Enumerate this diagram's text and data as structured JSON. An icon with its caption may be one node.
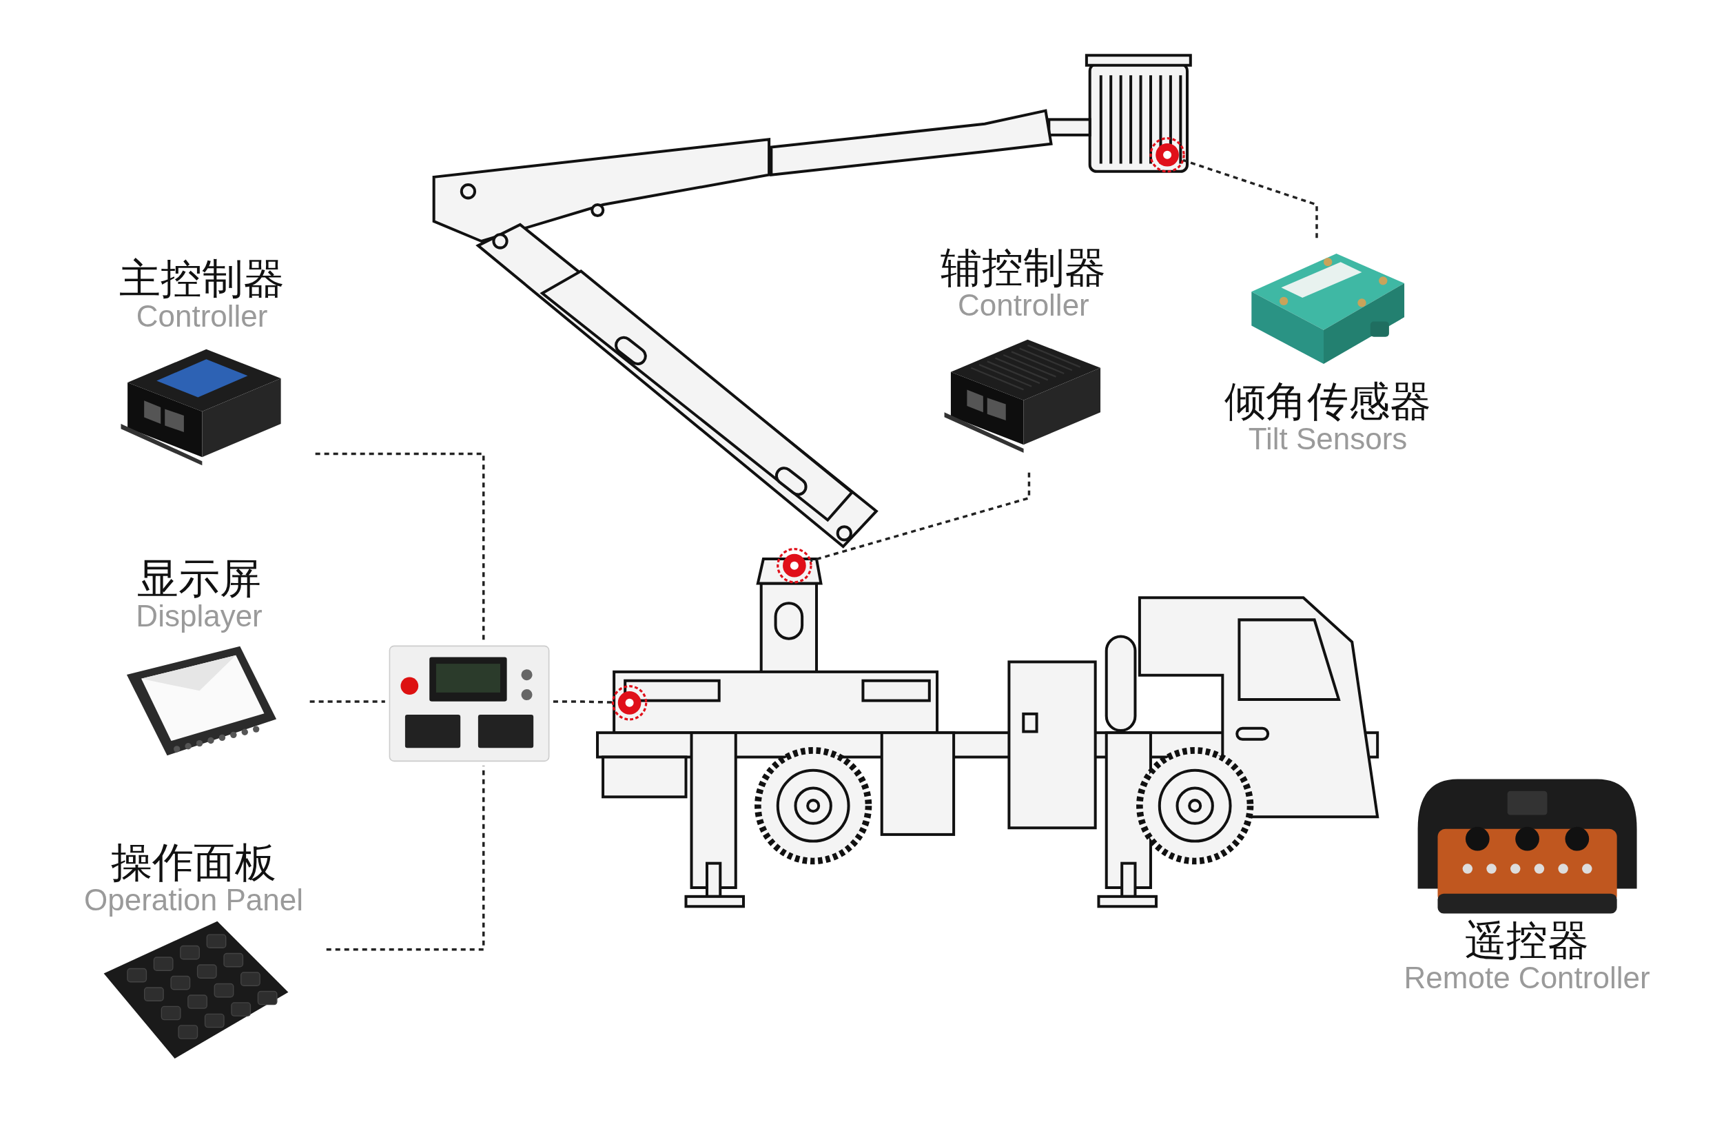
{
  "diagram": {
    "nodes": [
      {
        "text": [
          "主控制器",
          "Controller"
        ]
      },
      {
        "text": [
          "显示屏",
          "Displayer"
        ]
      },
      {
        "text": [
          "操作面板",
          "Operation Panel"
        ]
      },
      {
        "text": [],
        "shape": "picture"
      },
      {
        "text": [
          "辅控制器",
          "Controller"
        ]
      },
      {
        "text": [
          "倾角传感器",
          "Tilt Sensors"
        ]
      },
      {
        "text": [
          "遥控器",
          "Remote Controller"
        ]
      },
      {
        "text": [],
        "shape": "picture"
      },
      {
        "text": [],
        "shape": "circle"
      },
      {
        "text": [],
        "shape": "circle",
        "in": 7
      },
      {
        "text": [],
        "shape": "circle",
        "in": 7
      }
    ],
    "edges": [
      {
        "from": 0,
        "to": 3,
        "arrow": "none",
        "style": "dashed"
      },
      {
        "from": 1,
        "to": 3,
        "arrow": "none",
        "style": "dashed"
      },
      {
        "from": 2,
        "to": 3,
        "arrow": "none",
        "style": "dashed"
      },
      {
        "from": 3,
        "to": 10,
        "arrow": "none",
        "style": "dashed"
      },
      {
        "from": 4,
        "to": 9,
        "arrow": "none",
        "style": "dashed"
      },
      {
        "from": 5,
        "to": 8,
        "arrow": "none",
        "style": "dashed"
      }
    ]
  }
}
